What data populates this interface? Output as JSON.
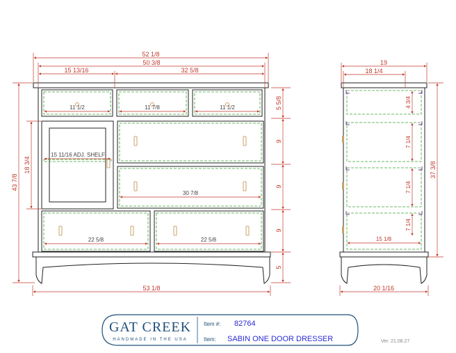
{
  "front_dims": {
    "overall_width_top": "52 1/8",
    "inner_width": "50 3/8",
    "left_width": "15 13/16",
    "right_width": "32 5/8",
    "total_height": "43 7/8",
    "door_height": "18 3/4",
    "base_width": "53 1/8",
    "top_drawer_height": "5 5/8",
    "drawer_height_a": "9",
    "drawer_height_b": "9",
    "drawer_height_c": "9",
    "base_height": "5"
  },
  "front_inner": {
    "drawer_1": "11 1/2",
    "drawer_2": "11 7/8",
    "drawer_3": "11 1/2",
    "shelf_label": "15 11/16 ADJ. SHELF",
    "wide_drawer": "30 7/8",
    "bottom_left": "22 5/8",
    "bottom_right": "22 5/8"
  },
  "side_dims": {
    "depth": "19",
    "inner_depth": "18 1/4",
    "height": "37 3/8",
    "base_depth": "20 1/16",
    "drawer_depth_1": "4 3/4",
    "drawer_depth_2": "7 1/4",
    "drawer_depth_3": "7 1/4",
    "drawer_depth_4": "7 1/4",
    "side_inner": "15 1/8"
  },
  "title_block": {
    "logo": "GAT CREEK",
    "tagline": "HANDMADE IN THE USA",
    "item_no_label": "Item #:",
    "item_no": "82764",
    "item_label": "Item:",
    "item_name": "SABIN ONE DOOR DRESSER",
    "version": "Ver. 21.08.27"
  },
  "colors": {
    "outline": "#222222",
    "dimension": "#c0392b",
    "drawer_box": "#3aa335",
    "hardware": "#c8a06a",
    "brand": "#1f4f7a",
    "item_value": "#2b2bd6"
  }
}
